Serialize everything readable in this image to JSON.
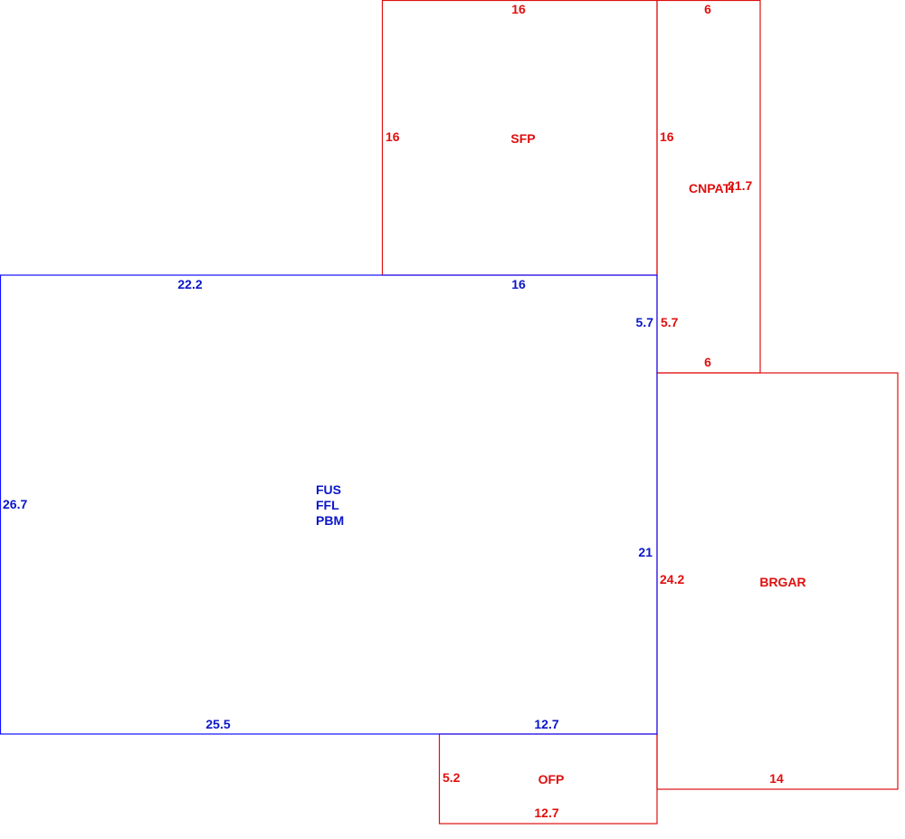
{
  "colors": {
    "main_area": "#1010ff",
    "other_area": "#e01010"
  },
  "main": {
    "labels": {
      "line1": "FUS",
      "line2": "FFL",
      "line3": "PBM"
    },
    "dims": {
      "top_left": "22.2",
      "top_right": "16",
      "right_upper": "5.7",
      "left": "26.7",
      "right_lower": "21",
      "bottom_left": "25.5",
      "bottom_right": "12.7"
    }
  },
  "sfp": {
    "label": "SFP",
    "dims": {
      "top": "16",
      "left": "16",
      "right": "16"
    }
  },
  "cnpati": {
    "label": "CNPATI",
    "dims": {
      "top": "6",
      "right": "21.7",
      "left": "5.7",
      "bottom": "6"
    }
  },
  "brgar": {
    "label": "BRGAR",
    "dims": {
      "left": "24.2",
      "bottom": "14"
    }
  },
  "ofp": {
    "label": "OFP",
    "dims": {
      "left": "5.2",
      "bottom": "12.7"
    }
  }
}
